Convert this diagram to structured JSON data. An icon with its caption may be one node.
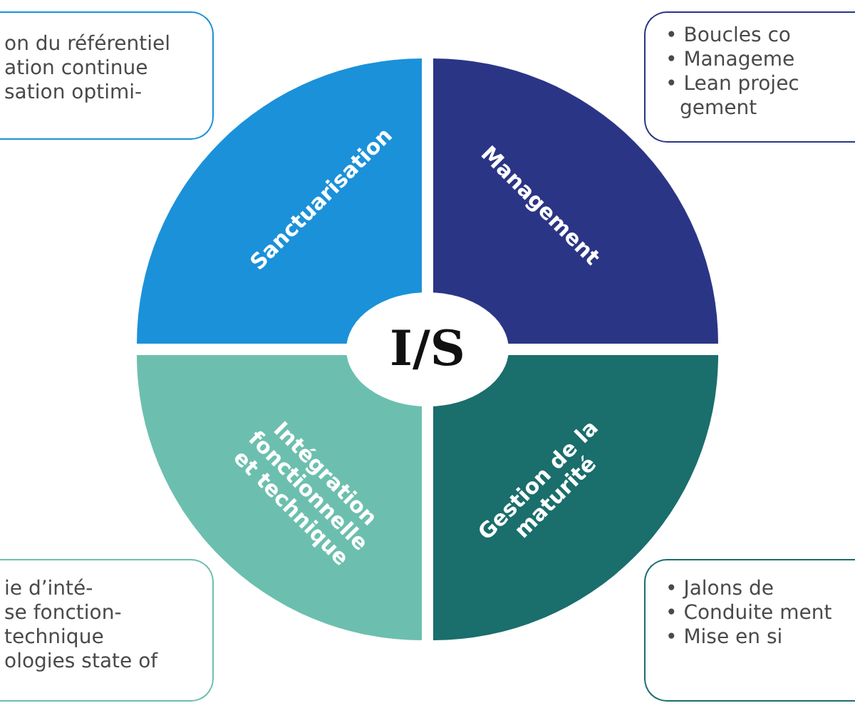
{
  "diagram": {
    "nodes": [
      {
        "text": [
          "on du référentiel",
          "ation continue",
          "sation optimi-"
        ]
      },
      {
        "text": [
          "Sanctuarisation"
        ]
      },
      {
        "text": [
          "Management"
        ]
      },
      {
        "text": [
          "• Boucles co",
          "• Manageme",
          "• Lean projec gement"
        ]
      },
      {
        "text": [
          "I/S"
        ]
      },
      {
        "text": [
          "ie d’inté-",
          "se fonction- technique",
          "ologies state of"
        ]
      },
      {
        "text": [
          "Intégration fonctionnelle et technique"
        ]
      },
      {
        "text": [
          "Gestion de la maturité"
        ]
      },
      {
        "text": [
          "• Jalons de",
          "• Conduite ment",
          "• Mise en si"
        ]
      }
    ]
  }
}
